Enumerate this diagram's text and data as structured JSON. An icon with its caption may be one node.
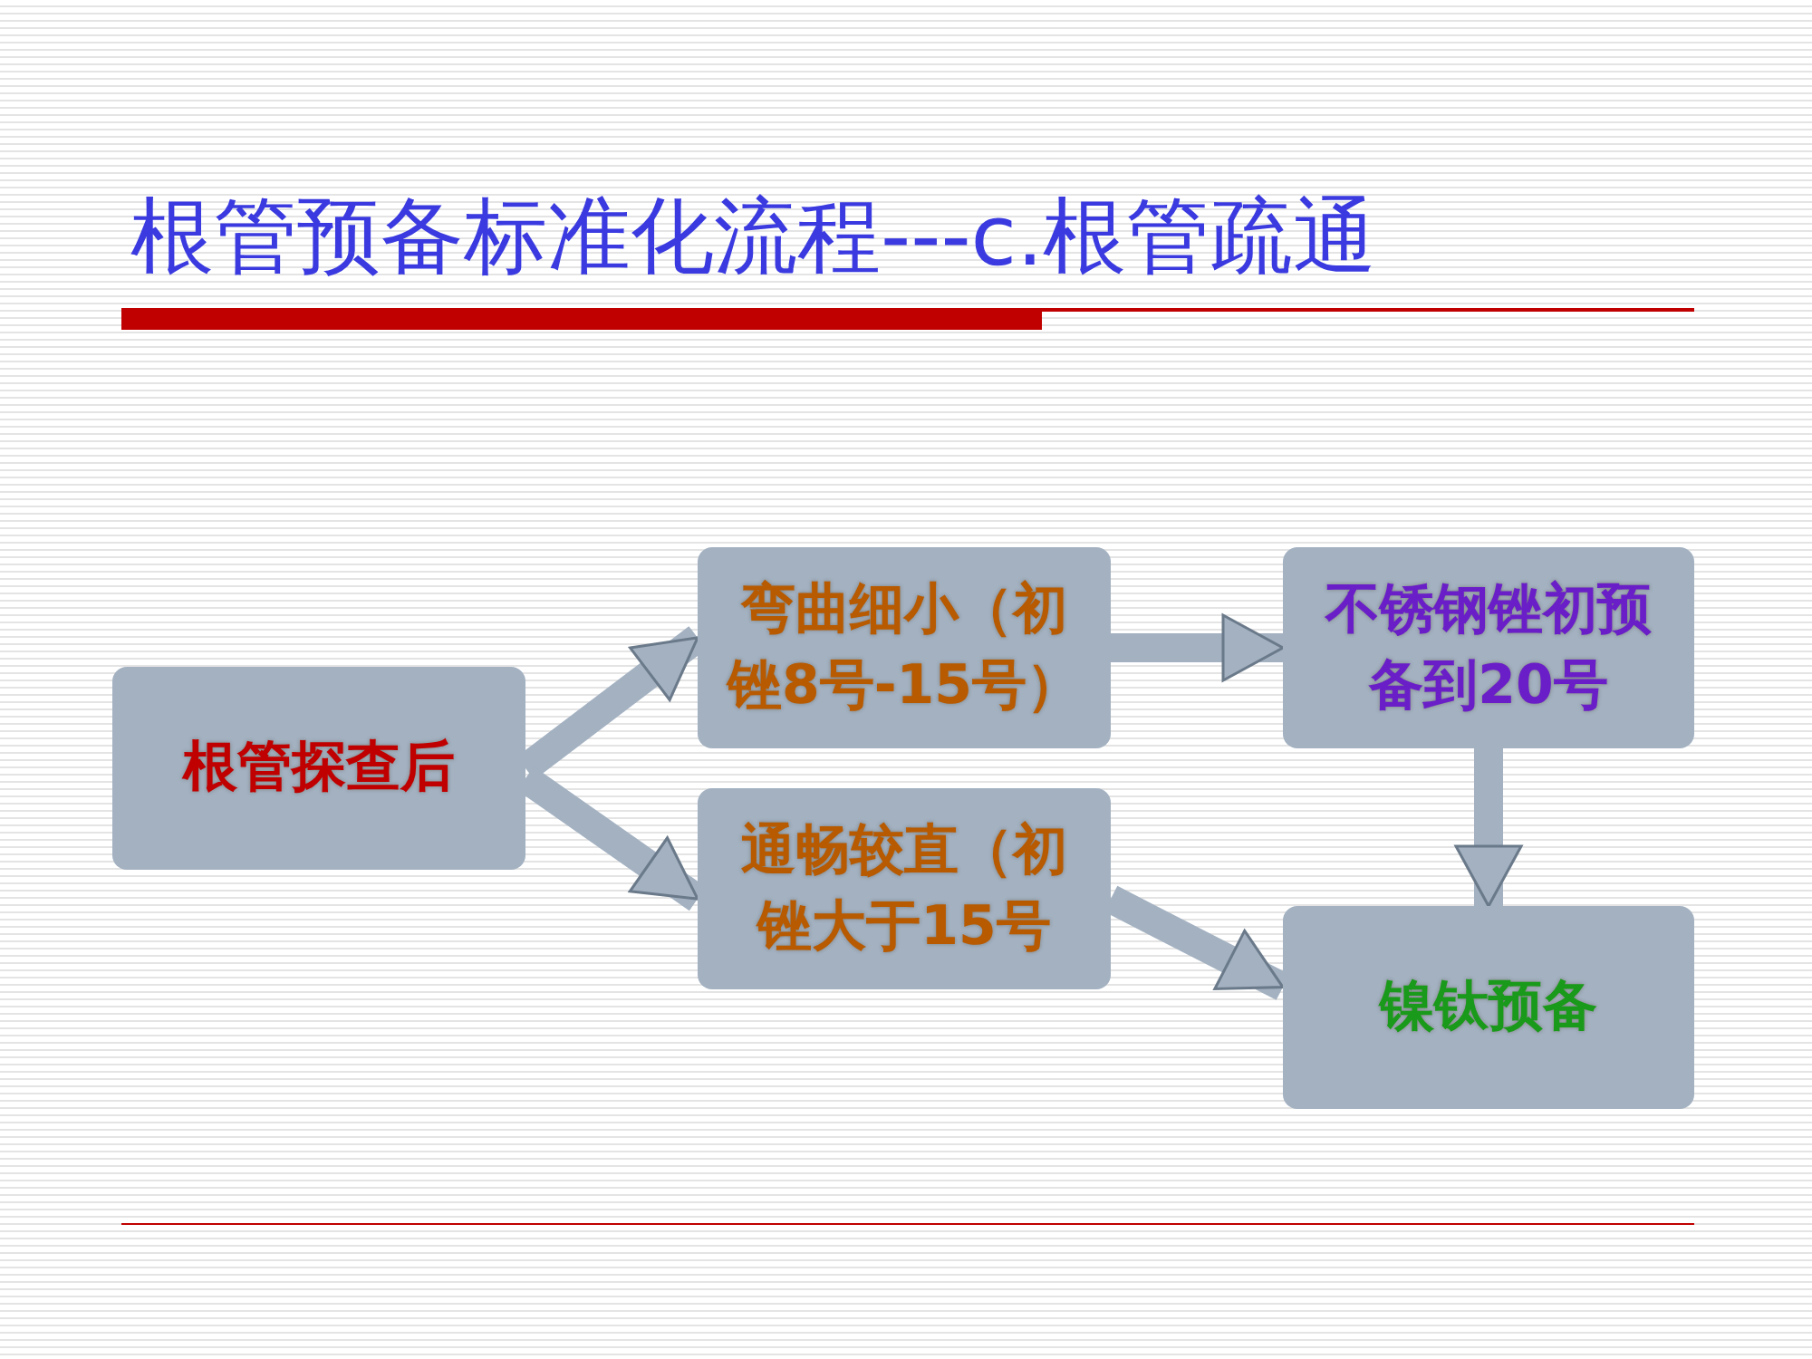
{
  "diagram": {
    "title": "根管预备标准化流程---c.根管疏通",
    "nodes": [
      {
        "text": [
          "根管探查后"
        ]
      },
      {
        "text": [
          "弯曲细小（初锉8号-15号）"
        ]
      },
      {
        "text": [
          "通畅较直（初锉大于15号"
        ]
      },
      {
        "text": [
          "不锈钢锉初预备到20号"
        ]
      },
      {
        "text": [
          "镍钛预备"
        ]
      }
    ],
    "edges": [
      {
        "from": 0,
        "to": 1,
        "arrow": "to"
      },
      {
        "from": 0,
        "to": 2,
        "arrow": "to"
      },
      {
        "from": 1,
        "to": 3,
        "arrow": "to"
      },
      {
        "from": 3,
        "to": 4,
        "arrow": "to"
      },
      {
        "from": 2,
        "to": 4,
        "arrow": "to"
      }
    ]
  }
}
